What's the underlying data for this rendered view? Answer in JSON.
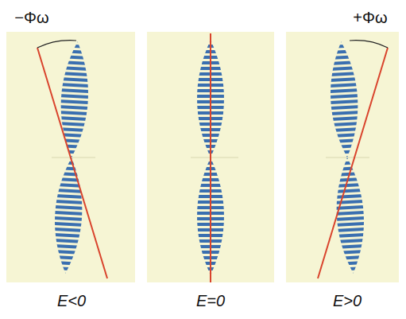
{
  "diagram": {
    "labels": [
      "−Φω",
      "+Φω",
      "E<0",
      "E=0",
      "E>0"
    ]
  }
}
